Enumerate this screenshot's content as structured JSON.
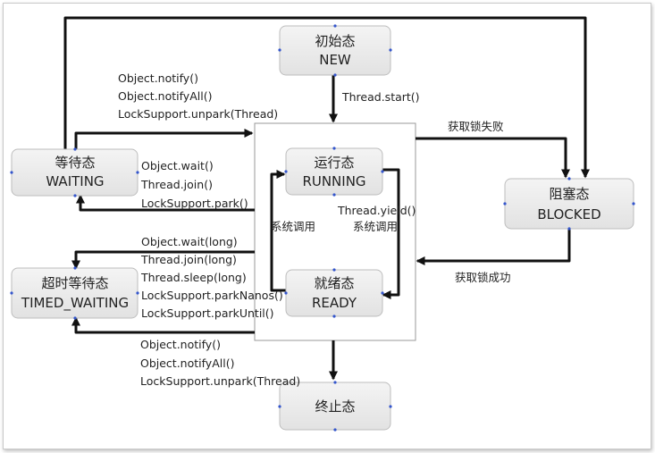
{
  "states": {
    "new": {
      "cn": "初始态",
      "en": "NEW"
    },
    "running": {
      "cn": "运行态",
      "en": "RUNNING"
    },
    "ready": {
      "cn": "就绪态",
      "en": "READY"
    },
    "waiting": {
      "cn": "等待态",
      "en": "WAITING"
    },
    "timed_waiting": {
      "cn": "超时等待态",
      "en": "TIMED_WAITING"
    },
    "blocked": {
      "cn": "阻塞态",
      "en": "BLOCKED"
    },
    "terminated": {
      "cn": "终止态"
    }
  },
  "transitions": {
    "thread_start": "Thread.start()",
    "lock_fail": "获取锁失败",
    "lock_success": "获取锁成功",
    "waiting_enter": [
      "Object.wait()",
      "Thread.join()",
      "LockSupport.park()"
    ],
    "waiting_exit": [
      "Object.notify()",
      "Object.notifyAll()",
      "LockSupport.unpark(Thread)"
    ],
    "timed_enter": [
      "Object.wait(long)",
      "Thread.join(long)",
      "Thread.sleep(long)",
      "LockSupport.parkNanos()",
      "LockSupport.parkUntil()"
    ],
    "timed_exit": [
      "Object.notify()",
      "Object.notifyAll()",
      "LockSupport.unpark(Thread)"
    ],
    "yield": "Thread.yield()",
    "system_call_left": "系统调用",
    "system_call_right": "系统调用"
  },
  "colors": {
    "box_fill": "#ececec",
    "box_stroke": "#bdbdbd",
    "arrow": "#111111",
    "handle": "#3355cc"
  }
}
